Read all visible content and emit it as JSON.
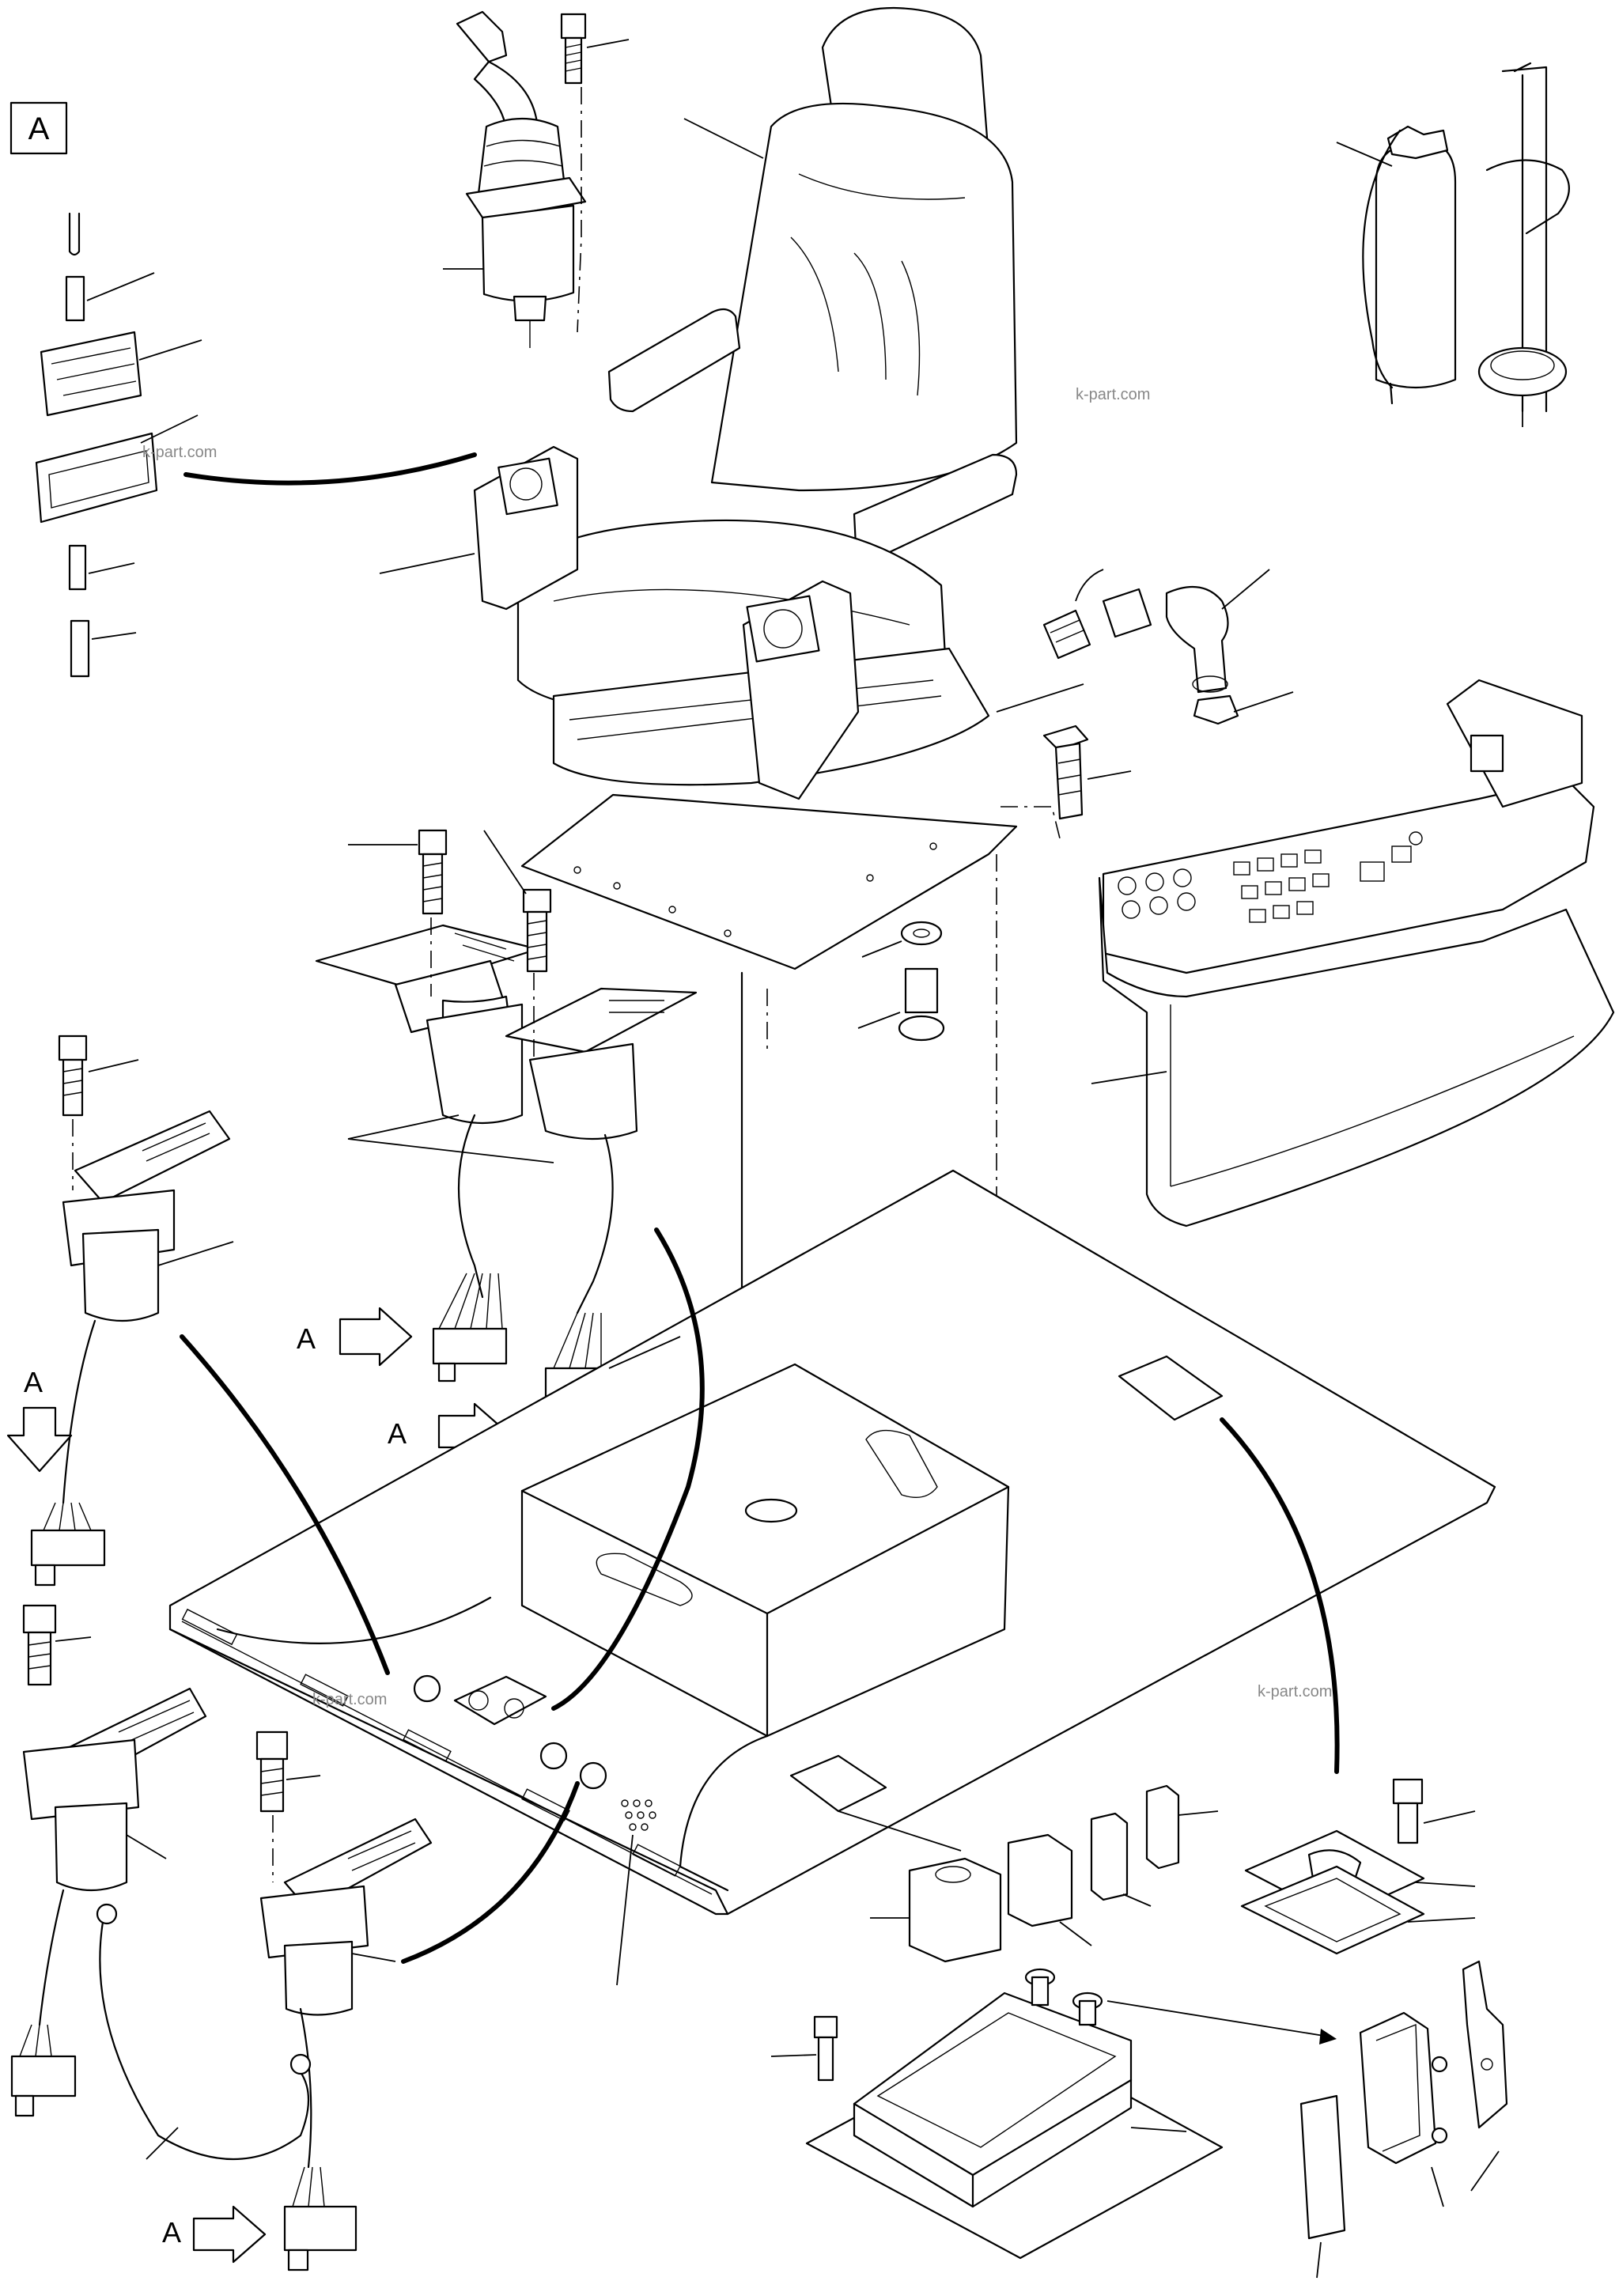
{
  "figure": {
    "view_label": "A",
    "callout_letter": "A",
    "watermarks": [
      "k-part.com",
      "k-part.com",
      "k-part.com",
      "k-part.com"
    ]
  },
  "parts": {
    "seat": "seat-icon",
    "joystick": "joystick-icon",
    "pedals": "foot-pedal-icon",
    "console": "control-console-icon",
    "extinguisher": "fire-extinguisher-icon",
    "base_plate": "cab-floor-plate-icon",
    "connector": "wire-connector-icon",
    "bolt": "bolt-icon"
  }
}
